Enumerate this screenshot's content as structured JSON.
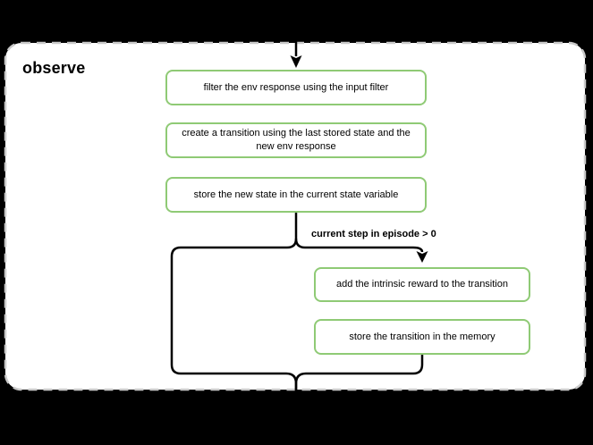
{
  "container": {
    "title": "observe"
  },
  "flow": {
    "nodes": [
      {
        "lines": [
          "filter the env response using the input filter"
        ]
      },
      {
        "lines": [
          "create a transition using the last stored state and the",
          "new env response"
        ]
      },
      {
        "lines": [
          "store the new state in the current state variable"
        ]
      },
      {
        "lines": [
          "add the intrinsic reward to the transition"
        ]
      },
      {
        "lines": [
          "store the transition in the memory"
        ]
      }
    ],
    "condition_label": "current step in episode > 0"
  },
  "colors": {
    "background": "#000000",
    "panel_bg": "#ffffff",
    "panel_border": "#c9c9c9",
    "node_border": "#8fca75",
    "node_bg": "#ffffff",
    "connector": "#000000",
    "text": "#000000"
  }
}
